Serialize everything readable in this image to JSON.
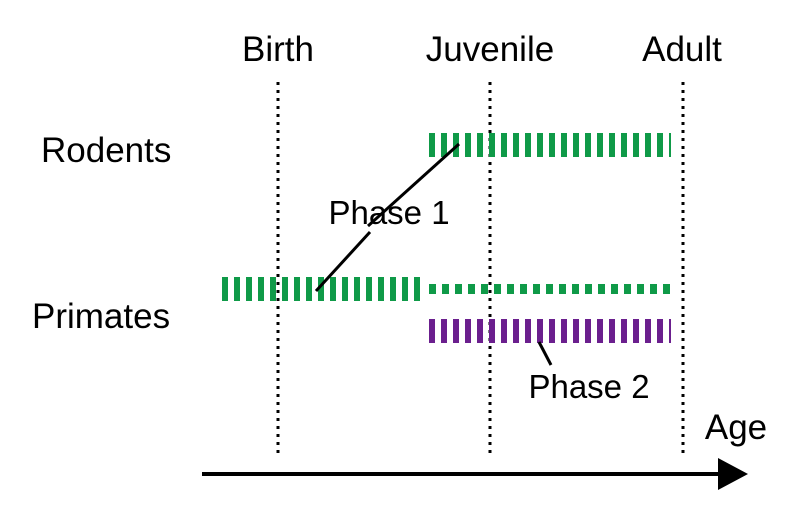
{
  "stages": {
    "birth": "Birth",
    "juvenile": "Juvenile",
    "adult": "Adult"
  },
  "groups": {
    "rodents": "Rodents",
    "primates": "Primates"
  },
  "phases": {
    "phase1": "Phase 1",
    "phase2": "Phase 2"
  },
  "axis": {
    "label": "Age"
  },
  "colors": {
    "phase1": "#0f9a48",
    "phase2": "#6b1f8e",
    "line": "#000000"
  }
}
